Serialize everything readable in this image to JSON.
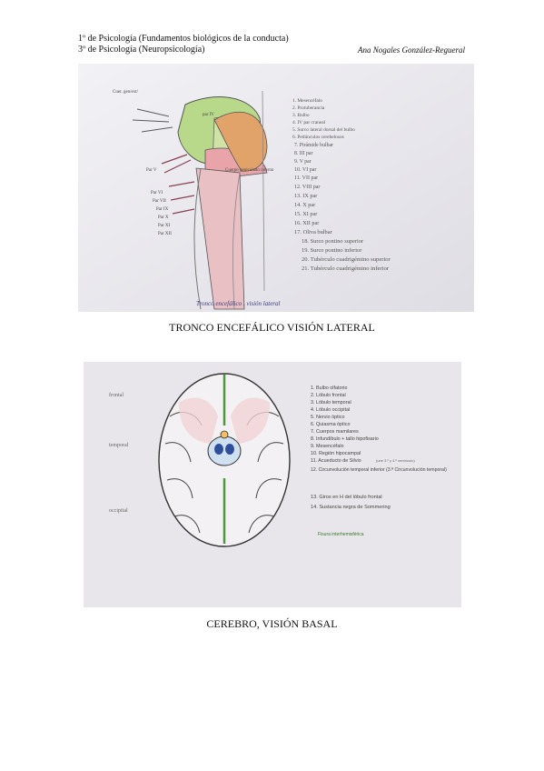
{
  "header": {
    "line1": "1º de Psicología (Fundamentos biológicos de la conducta)",
    "line2": "3º de Psicología (Neuropsicología)",
    "author": "Ana Nogales González-Regueral"
  },
  "figure1": {
    "caption": "TRONCO ENCEFÁLICO VISIÓN LATERAL",
    "handwritten_title": "Tronco encefálico , visión lateral",
    "labels": {
      "left_top": "Cuer. gen/ext/",
      "right_top": "par IV",
      "pares": [
        "Par V",
        "Par VI",
        "Par VII",
        "Par IX",
        "Par X",
        "Par XI",
        "Par XII"
      ],
      "side": "Cuerpo geniculado interno"
    },
    "legend": [
      "1. Mesencéfalo",
      "2. Protuberancia",
      "3. Bulbo",
      "4. IV par craneal",
      "5. Surco lateral dorsal del bulbo",
      "6. Pedúnculos cerebelosos",
      "7. Pirámide bulbar",
      "8. III par",
      "9. V par",
      "10. VI par",
      "11. VII par",
      "12. VIII par",
      "13. IX par",
      "14. X par",
      "15. XI par",
      "16. XII par",
      "17. Oliva bulbar",
      "18. Surco pontino superior",
      "19. Surco pontino inferior",
      "20. Tubérculo cuadrigémino superior",
      "21. Tubérculo cuadrigémino inferior"
    ]
  },
  "figure2": {
    "caption": "CEREBRO, VISIÓN BASAL",
    "side_labels": [
      "frontal",
      "temporal",
      "occipital"
    ],
    "legend": [
      "1. Bulbo olfatorio",
      "2. Lóbulo frontal",
      "3. Lóbulo temporal",
      "4. Lóbulo occipital",
      "5. Nervio óptico",
      "6. Quiasma óptico",
      "7. Cuerpos mamilares",
      "8. Infundíbulo + tallo hipofisario",
      "9. Mesencéfalo",
      "10. Región hipocampal",
      "11. Acueducto de Silvio",
      "12. Circunvolución temporal inferior (3.ª Circunvolución temporal)",
      "13. Giros en H del lóbulo frontal",
      "14. Sustancia negra de Sommering",
      "Fisura interhemisférica"
    ],
    "aqueduct_note": "(une 3.º y 4.º ventrículo)",
    "colors": {
      "interhemispheric": "#4a9a3a",
      "marker": "#d9534f"
    }
  }
}
